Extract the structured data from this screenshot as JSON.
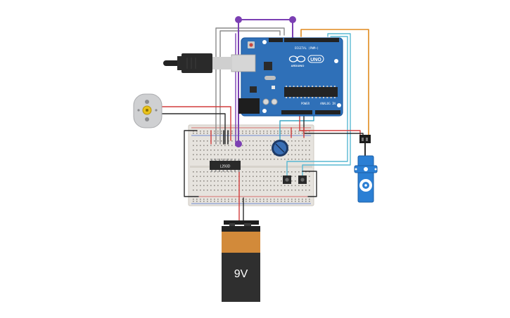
{
  "colors": {
    "background": "#ffffff",
    "arduino_board": "#2f70b8",
    "arduino_edge": "#1e5aa0",
    "breadboard": "#e7e4df",
    "wire_gray": "#8a8a8a",
    "wire_black": "#2b2b2b",
    "wire_red": "#d23c3c",
    "wire_purple": "#7b3fb3",
    "wire_orange": "#e08a1e",
    "wire_cyan": "#58b8d2",
    "servo_body": "#2b7fd4",
    "battery_top": "#d28a3a",
    "battery_body": "#2f2f2f"
  },
  "arduino": {
    "digital_header_label": "DIGITAL (PWM~)",
    "brand": "ARDUINO",
    "model": "UNO",
    "power_label": "POWER",
    "analog_label": "ANALOG IN"
  },
  "ic": {
    "label": "L293D"
  },
  "battery": {
    "label": "9V"
  },
  "icons": {
    "dc_motor": "dc-motor-icon",
    "usb": "usb-cable-icon",
    "potentiometer": "potentiometer-icon",
    "servo": "servo-icon",
    "pushbutton": "pushbutton-icon"
  }
}
